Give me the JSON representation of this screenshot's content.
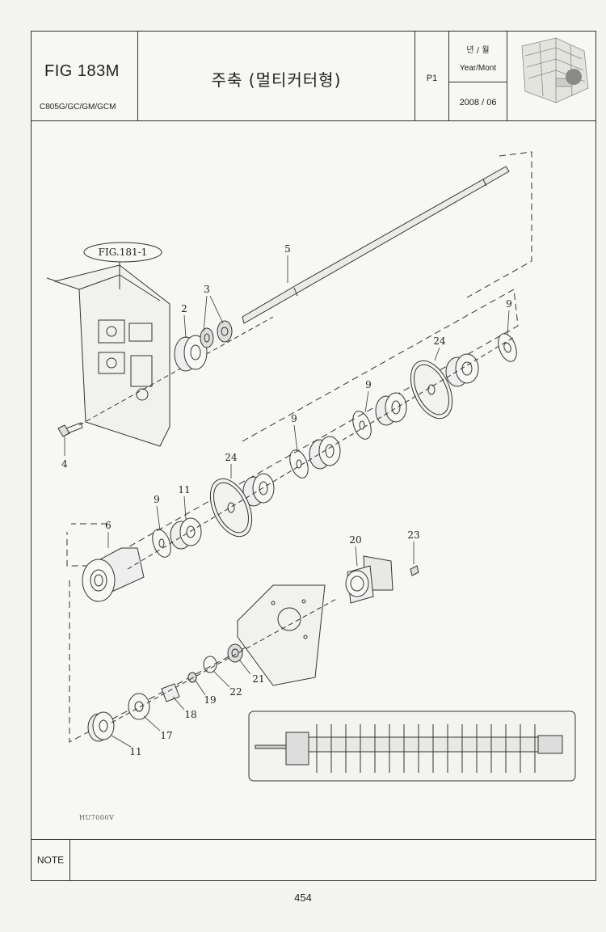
{
  "header": {
    "fig": "FIG 183M",
    "models": "C805G/GC/GM/GCM",
    "title": "주축 (멀티커터형)",
    "page_code": "P1",
    "year_month_kr": "년 / 월",
    "year_month_en": "Year/Mont",
    "date": "2008 / 06"
  },
  "diagram": {
    "fig_ref": "FIG.181-1",
    "source_code": "HU7000V",
    "part_labels": [
      "5",
      "3",
      "2",
      "4",
      "9",
      "24",
      "9",
      "9",
      "24",
      "11",
      "9",
      "6",
      "20",
      "23",
      "21",
      "22",
      "19",
      "18",
      "17",
      "11"
    ]
  },
  "note": {
    "label": "NOTE"
  },
  "footer": {
    "page_number": "454"
  }
}
